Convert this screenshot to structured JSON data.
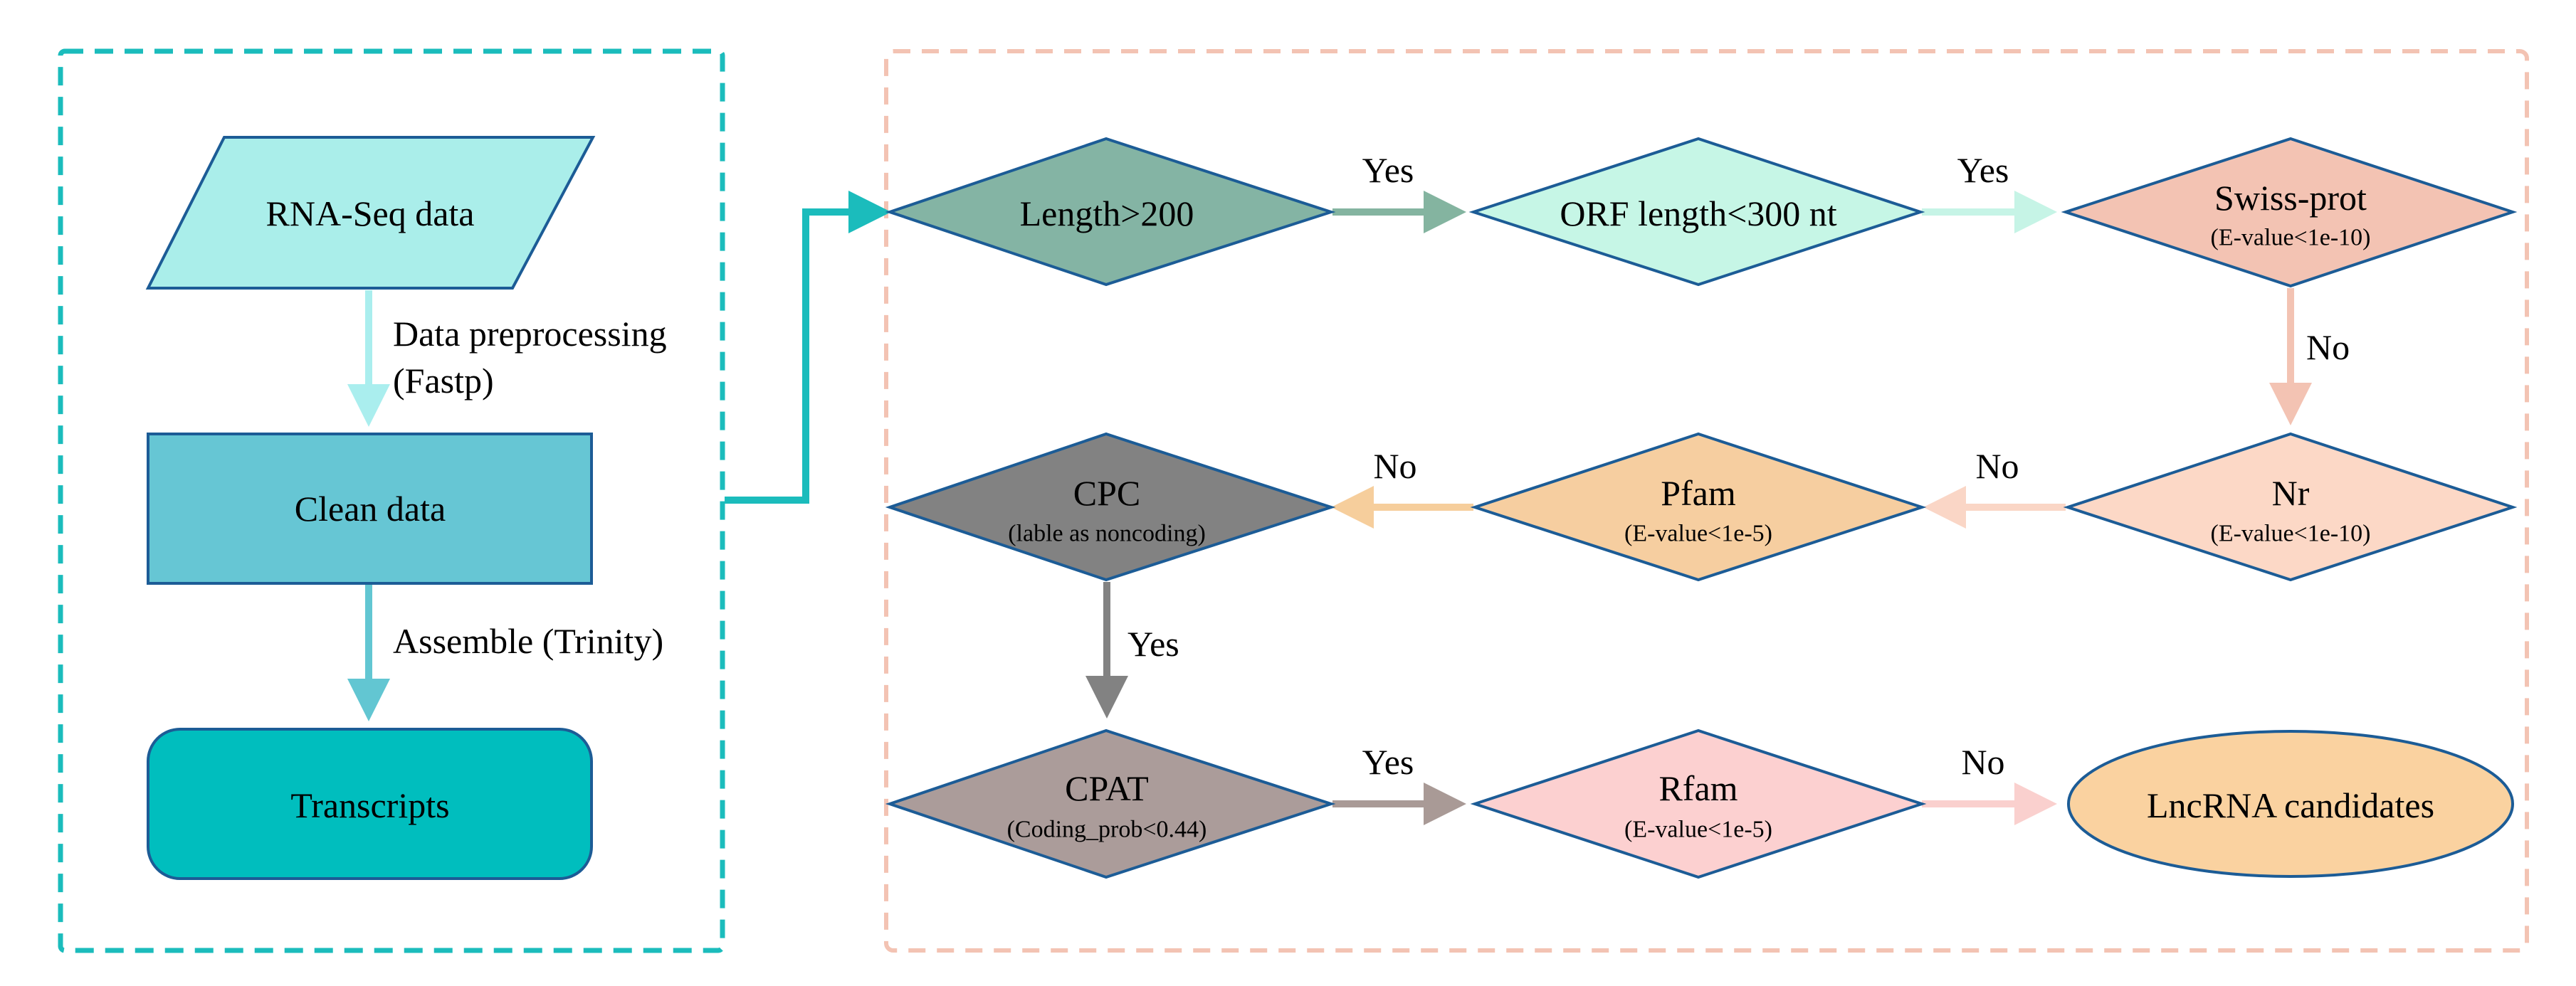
{
  "colors": {
    "left_frame": "#1bbcbc",
    "right_frame": "#f3c3b3",
    "node_stroke": "#1c5c96",
    "main_arrow": "#1bbcbc",
    "arrow_preprocess": "#aaeeee",
    "arrow_assemble": "#62c6d2",
    "arrow_length_yes": "#84b4a0",
    "arrow_orf_yes": "#c6f4e6",
    "arrow_swiss_no": "#f3c3b3",
    "arrow_nr_no": "#fad6c6",
    "arrow_pfam_no": "#f6ce9c",
    "arrow_cpc_yes": "#828282",
    "arrow_cpat_yes": "#a99a96",
    "arrow_rfam_no": "#fad0ce",
    "fill_rnaseq": "#aaeeea",
    "fill_clean": "#66c6d4",
    "fill_transcripts": "#00bebe",
    "fill_length": "#84b4a4",
    "fill_orf": "#c6f6e6",
    "fill_swiss": "#f3c3b3",
    "fill_nr": "#fcd8c6",
    "fill_pfam": "#f6cea0",
    "fill_cpc": "#828282",
    "fill_cpat": "#ab9c9a",
    "fill_rfam": "#fcd0d0",
    "fill_lncrna": "#fad2a0"
  },
  "nodes": {
    "rnaseq": {
      "label": "RNA-Seq data"
    },
    "clean": {
      "label": "Clean data"
    },
    "transcripts": {
      "label": "Transcripts"
    },
    "length": {
      "label": "Length>200"
    },
    "orf": {
      "label": "ORF length<300 nt"
    },
    "swiss": {
      "label": "Swiss-prot",
      "sub": "(E-value<1e-10)"
    },
    "nr": {
      "label": "Nr",
      "sub": "(E-value<1e-10)"
    },
    "pfam": {
      "label": "Pfam",
      "sub": "(E-value<1e-5)"
    },
    "cpc": {
      "label": "CPC",
      "sub": "(lable as noncoding)"
    },
    "cpat": {
      "label": "CPAT",
      "sub": "(Coding_prob<0.44)"
    },
    "rfam": {
      "label": "Rfam",
      "sub": "(E-value<1e-5)"
    },
    "lncrna": {
      "label": "LncRNA candidates"
    }
  },
  "edges": {
    "preprocess": {
      "line1": "Data preprocessing",
      "line2": "(Fastp)"
    },
    "assemble": {
      "label": "Assemble (Trinity)"
    },
    "length_yes": {
      "label": "Yes"
    },
    "orf_yes": {
      "label": "Yes"
    },
    "swiss_no": {
      "label": "No"
    },
    "nr_no": {
      "label": "No"
    },
    "pfam_no": {
      "label": "No"
    },
    "cpc_yes": {
      "label": "Yes"
    },
    "cpat_yes": {
      "label": "Yes"
    },
    "rfam_no": {
      "label": "No"
    }
  }
}
